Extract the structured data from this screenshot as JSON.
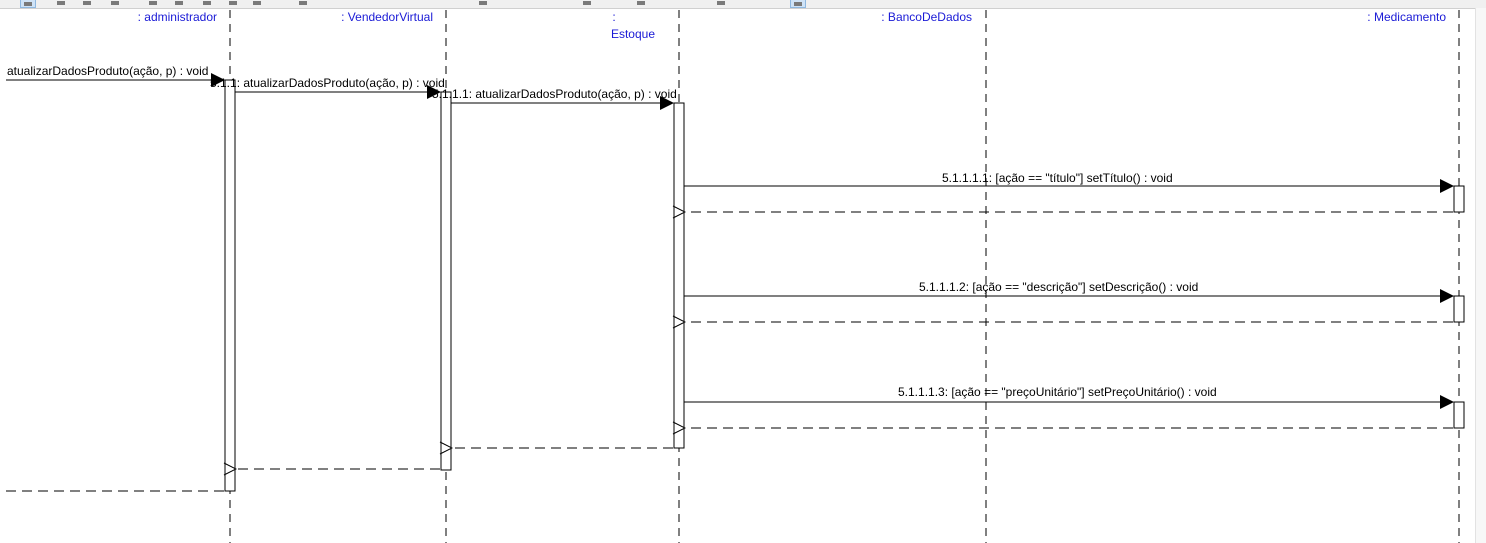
{
  "toolbar": {
    "icons": [
      {
        "name": "select-tool-icon",
        "active": true
      },
      {
        "name": "move-tool-icon",
        "active": false
      },
      {
        "name": "message-tool-icon",
        "active": false
      },
      {
        "name": "return-message-tool-icon",
        "active": false
      },
      {
        "name": "lifeline-tool-icon",
        "active": false
      },
      {
        "name": "actor-tool-icon",
        "active": false
      },
      {
        "name": "delete-icon",
        "active": false
      },
      {
        "name": "note-icon",
        "active": false
      },
      {
        "name": "comment-icon",
        "active": false
      },
      {
        "name": "frame-icon",
        "active": false
      },
      {
        "name": "anchor-icon",
        "active": false
      },
      {
        "name": "fragment-icon",
        "active": false
      },
      {
        "name": "layout-icon",
        "active": false
      },
      {
        "name": "zoom-icon",
        "active": false
      },
      {
        "name": "pin-tool-icon",
        "active": true
      }
    ]
  },
  "diagram": {
    "colors": {
      "lifeline_label": "#1a1ad6",
      "line": "#000000",
      "activation_fill": "#ffffff"
    },
    "lifelines": [
      {
        "id": "administrador",
        "label": ": administrador"
      },
      {
        "id": "vendedor",
        "label": ": VendedorVirtual"
      },
      {
        "id": "estoque",
        "label_line1": ":",
        "label_line2": "Estoque"
      },
      {
        "id": "banco",
        "label": ": BancoDeDados"
      },
      {
        "id": "medicamento",
        "label": ": Medicamento"
      }
    ],
    "messages": [
      {
        "id": "m0",
        "label": "atualizarDadosProduto(ação, p) : void"
      },
      {
        "id": "m1",
        "label": "5.1.1: atualizarDadosProduto(ação, p) : void"
      },
      {
        "id": "m2",
        "label": "5.1.1.1: atualizarDadosProduto(ação, p) : void"
      },
      {
        "id": "m3",
        "label": "5.1.1.1.1: [ação == \"título\"] setTítulo() : void"
      },
      {
        "id": "m4",
        "label": "5.1.1.1.2: [ação == \"descrição\"] setDescrição() : void"
      },
      {
        "id": "m5",
        "label": "5.1.1.1.3: [ação == \"preçoUnitário\"] setPreçoUnitário() : void"
      }
    ]
  }
}
